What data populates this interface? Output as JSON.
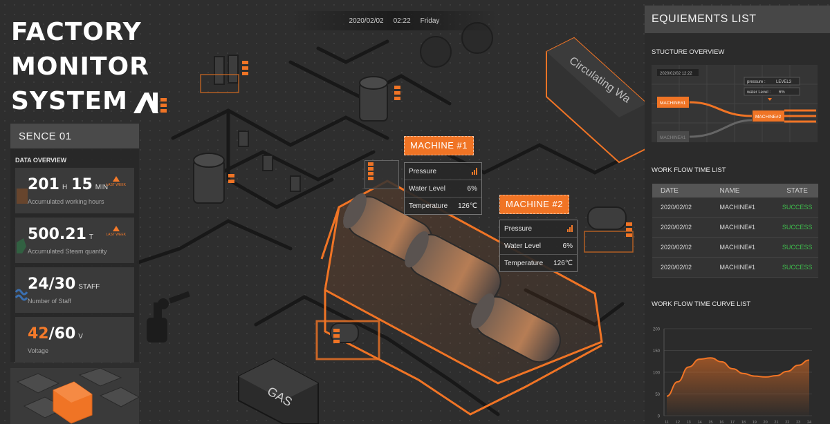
{
  "app": {
    "title_lines": [
      "FACTORY",
      "MONITOR",
      "SYSTEM"
    ],
    "date": "2020/02/02",
    "time": "02:22",
    "weekday": "Friday"
  },
  "left_panel": {
    "scene_title": "SENCE 01",
    "section_title": "DATA OVERVIEW",
    "stats": [
      {
        "value": "201",
        "unit": "H",
        "value2": "15",
        "unit2": "MIN",
        "label": "Accumulated working hours",
        "trend": "LAST WEEK"
      },
      {
        "value": "500.21",
        "unit": "T",
        "label": "Accumulated Steam quantity",
        "trend": "LAST WEEK"
      },
      {
        "value": "24",
        "sep": "/",
        "value2": "30",
        "unit": "STAFF",
        "label": "Number of Staff"
      },
      {
        "value": "42",
        "sep": "/",
        "value2": "60",
        "unit": "V",
        "label": "Voltage"
      }
    ]
  },
  "scene": {
    "labels": [
      "Circulating Wa",
      "GAS"
    ],
    "machines": [
      {
        "name": "MACHINE #1",
        "rows": [
          {
            "label": "Pressure",
            "value": ""
          },
          {
            "label": "Water Level",
            "value": "6%"
          },
          {
            "label": "Temperature",
            "value": "126℃"
          }
        ]
      },
      {
        "name": "MACHINE #2",
        "rows": [
          {
            "label": "Pressure",
            "value": ""
          },
          {
            "label": "Water Level",
            "value": "6%"
          },
          {
            "label": "Temperature",
            "value": "126℃"
          }
        ]
      }
    ]
  },
  "right_panel": {
    "title": "EQUIEMENTS LIST",
    "structure": {
      "title": "STUCTURE OVERVIEW",
      "timestamp": "2020/02/02 12:22",
      "pressure_label": "pressure :",
      "pressure_value": "LEVEL3",
      "water_label": "water Level :",
      "water_value": "6%",
      "nodes": [
        "MACHINE#1",
        "MACHINE#2",
        "MACHINE#1"
      ]
    },
    "workflow": {
      "title": "WORK FLOW TIME LIST",
      "columns": [
        "DATE",
        "NAME",
        "STATE"
      ],
      "rows": [
        [
          "2020/02/02",
          "MACHINE#1",
          "SUCCESS"
        ],
        [
          "2020/02/02",
          "MACHINE#1",
          "SUCCESS"
        ],
        [
          "2020/02/02",
          "MACHINE#1",
          "SUCCESS"
        ],
        [
          "2020/02/02",
          "MACHINE#1",
          "SUCCESS"
        ]
      ]
    },
    "curve_title": "WORK FLOW TIME CURVE LIST"
  },
  "chart_data": {
    "type": "area",
    "title": "WORK FLOW TIME CURVE LIST",
    "x": [
      "11",
      "12",
      "13",
      "14",
      "15",
      "16",
      "17",
      "18",
      "19",
      "20",
      "21",
      "22",
      "23",
      "24"
    ],
    "y_ticks": [
      "0",
      "50",
      "100",
      "150",
      "200"
    ],
    "ylim": [
      0,
      200
    ],
    "series": [
      {
        "values": [
          45,
          78,
          112,
          130,
          133,
          124,
          108,
          97,
          91,
          89,
          92,
          102,
          116,
          128
        ]
      }
    ],
    "colors": {
      "line": "#f07425",
      "fill_top": "#f07425"
    }
  },
  "colors": {
    "accent": "#f07425",
    "success": "#3fbf4d"
  }
}
